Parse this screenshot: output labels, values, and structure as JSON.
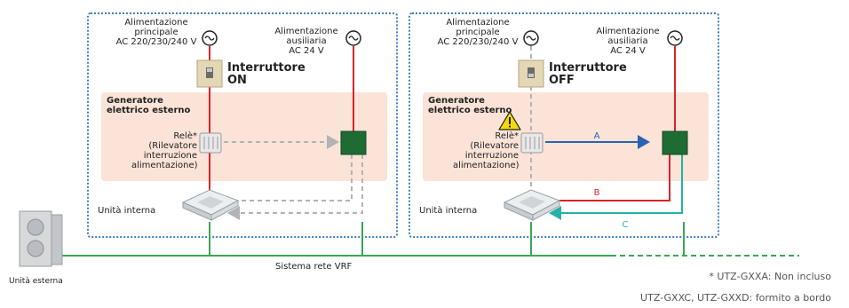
{
  "left": {
    "main_supply": [
      "Alimentazione",
      "principale",
      "AC 220/230/240 V"
    ],
    "aux_supply": [
      "Alimentazione",
      "ausiliaria",
      "AC 24 V"
    ],
    "switch_title": "Interruttore",
    "switch_state": "ON",
    "generator": [
      "Generatore",
      "elettrico esterno"
    ],
    "relay": [
      "Relè*",
      "(Rilevatore",
      "interruzione",
      "alimentazione)"
    ],
    "indoor": "Unità interna"
  },
  "right": {
    "main_supply": [
      "Alimentazione",
      "principale",
      "AC 220/230/240 V"
    ],
    "aux_supply": [
      "Alimentazione",
      "ausiliaria",
      "AC 24 V"
    ],
    "switch_title": "Interruttore",
    "switch_state": "OFF",
    "generator": [
      "Generatore",
      "elettrico esterno"
    ],
    "relay": [
      "Relè*",
      "(Rilevatore",
      "interruzione",
      "alimentazione)"
    ],
    "indoor": "Unità interna",
    "paths": [
      "A",
      "B",
      "C"
    ]
  },
  "outdoor": "Unità esterna",
  "network": "Sistema rete VRF",
  "notes": [
    "* UTZ-GXXA: Non incluso",
    "UTZ-GXXC, UTZ-GXXD: formito a bordo"
  ],
  "colors": {
    "panel_border": "#3f7fbf",
    "generator_bg": "#fbe3d8",
    "power_line": "#d9252a",
    "network_line": "#3aa655",
    "path_a": "#2b63b0",
    "path_b": "#d9252a",
    "path_c": "#26b0a8",
    "inactive": "#b3b3b3",
    "aux_device": "#1f6b34",
    "switch_body": "#e3d7b6"
  }
}
